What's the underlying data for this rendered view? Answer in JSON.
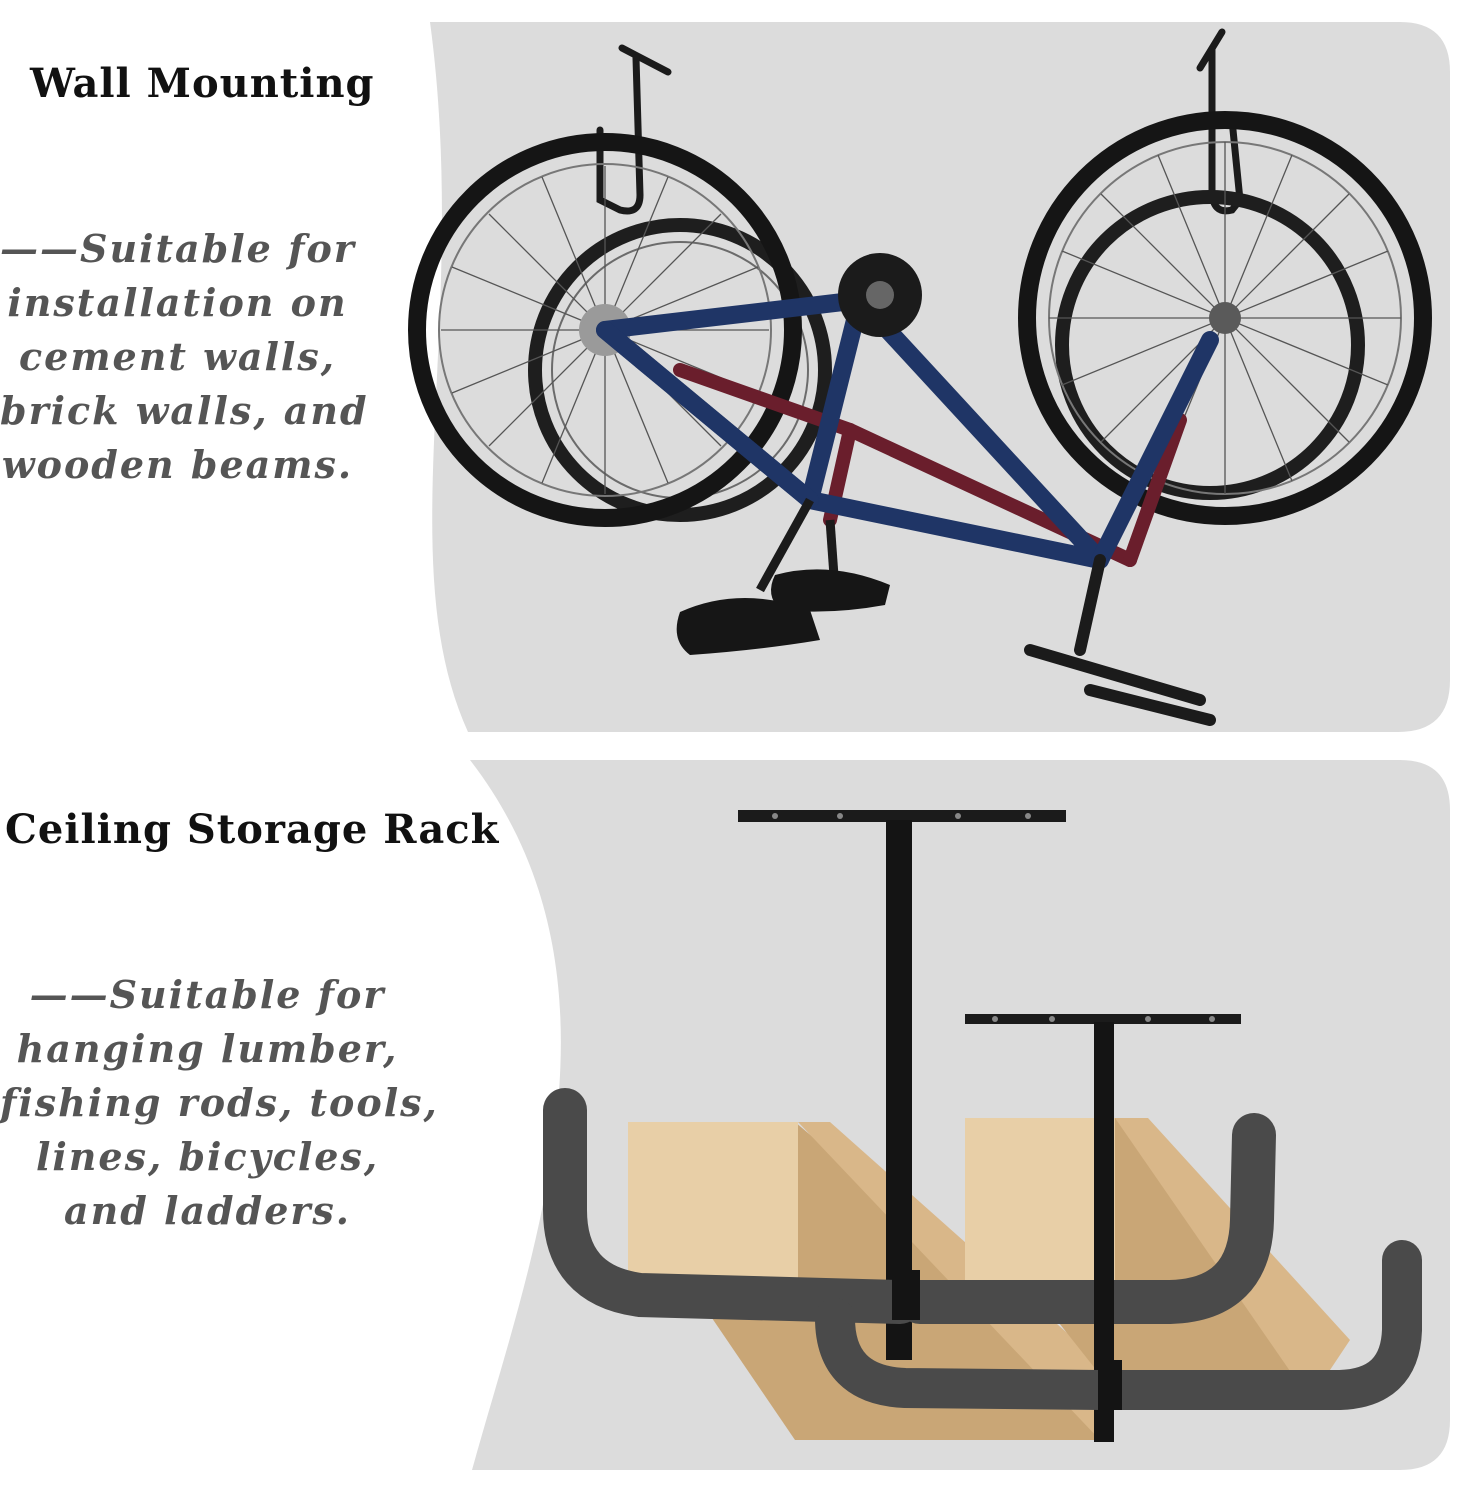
{
  "sections": [
    {
      "heading": "Wall Mounting",
      "description_lines": [
        "——Suitable for",
        "installation on",
        "cement walls,",
        "brick walls, and",
        "wooden beams."
      ]
    },
    {
      "heading": "Ceiling Storage Rack",
      "description_lines": [
        "——Suitable for",
        "hanging lumber,",
        "fishing rods, tools,",
        "lines, bicycles,",
        "and ladders."
      ]
    }
  ],
  "colors": {
    "panel_bg": "#dcdcdc",
    "frame_blue": "#1f3566",
    "frame_red": "#6a1e2c",
    "hook_black": "#1b1b1b",
    "foam_grey": "#4a4a4a",
    "lumber": "#e3c9a0"
  }
}
